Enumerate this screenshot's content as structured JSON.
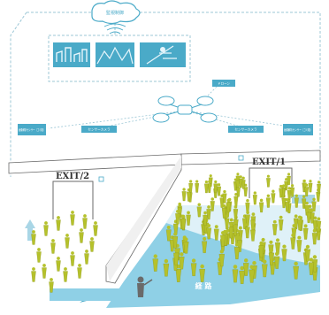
{
  "top_node": {
    "label": "監視制御"
  },
  "drone": {
    "label": "ドローン"
  },
  "labels": {
    "left_sensor_a": "画像解析センサー（ゴミ箱）",
    "left_sensor_b": "センサーカメラ",
    "right_sensor_b": "センサーカメラ",
    "right_sensor_a": "画像解析センサー（ゴミ箱）"
  },
  "exits": {
    "left": "EXIT/2",
    "right": "EXIT/1"
  },
  "path": {
    "label": "経 路"
  },
  "colors": {
    "accent": "#4aaac8",
    "dashed": "#9cc7d6",
    "floor_blue": "#8fd0e6",
    "person": "#b5c12b",
    "person_dark": "#8a9415",
    "wall": "#ffffff",
    "wall_edge": "#6a6a6a"
  }
}
